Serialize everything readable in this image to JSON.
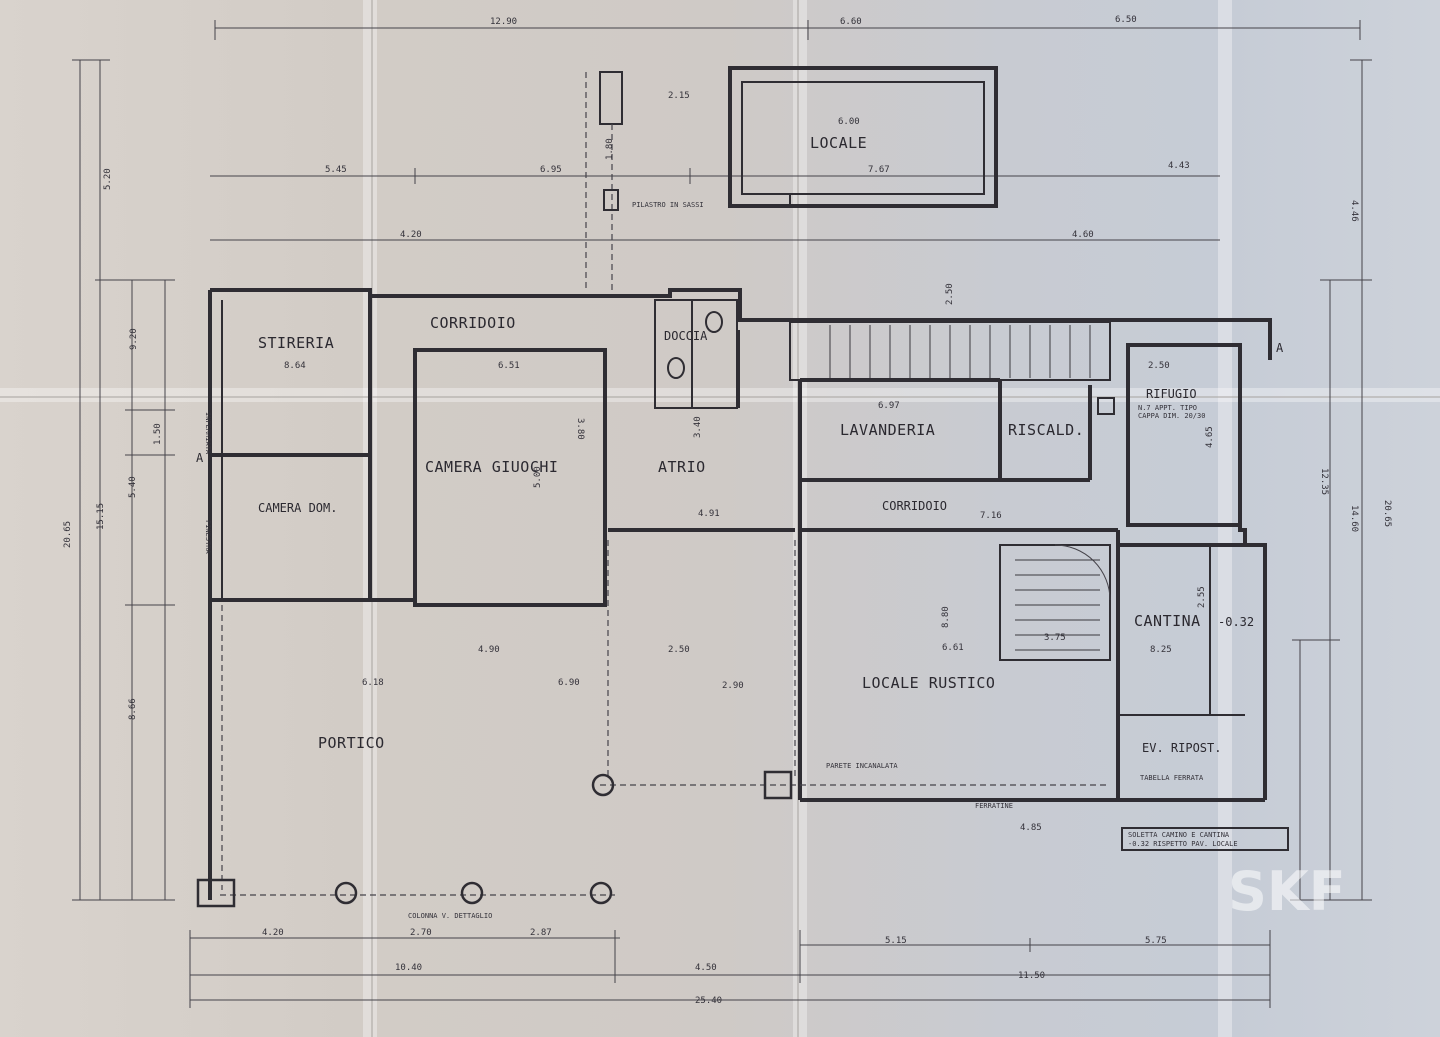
{
  "rooms": {
    "locale": "LOCALE",
    "corridoio_n": "CORRIDOIO",
    "stireria": "STIRERIA",
    "doccia": "DOCCIA",
    "camera_giuochi": "CAMERA GIUOCHI",
    "atrio": "ATRIO",
    "camera_dom": "CAMERA DOM.",
    "lavanderia": "LAVANDERIA",
    "riscald": "RISCALD.",
    "rifugio": "RIFUGIO",
    "corridoio_e": "CORRIDOIO",
    "cantina": "CANTINA",
    "cantina_level": "-0.32",
    "locale_rustico": "LOCALE RUSTICO",
    "portico": "PORTICO",
    "ev_ripost": "EV. RIPOST."
  },
  "dims": {
    "top_1": "12.90",
    "top_2": "6.60",
    "top_3": "6.50",
    "top_4": "5.45",
    "top_5": "6.95",
    "top_6": "4.43",
    "top_7": "4.20",
    "top_8": "4.60",
    "top_9": "2.15",
    "locale_1": "6.00",
    "locale_2": "7.67",
    "left_1": "5.20",
    "left_2": "9.20",
    "left_3": "15.15",
    "left_4": "20.65",
    "left_5": "1.50",
    "left_6": "5.40",
    "left_7": "8.66",
    "right_1": "4.46",
    "right_2": "12.35",
    "right_3": "14.60",
    "right_4": "20.65",
    "in_1": "6.51",
    "in_2": "3.80",
    "in_3": "5.00",
    "in_4": "8.64",
    "in_5": "6.97",
    "in_6": "4.91",
    "in_7": "7.16",
    "in_8": "2.50",
    "in_9": "6.90",
    "in_10": "6.18",
    "in_11": "2.90",
    "in_12": "4.90",
    "in_13": "2.50",
    "in_14": "3.40",
    "in_15": "2.50",
    "in_16": "8.80",
    "in_17": "6.61",
    "in_18": "3.75",
    "in_19": "2.55",
    "in_20": "8.25",
    "in_21": "4.65",
    "in_22": "1.80",
    "bot_1": "10.40",
    "bot_2": "4.50",
    "bot_3": "11.50",
    "bot_4": "25.40",
    "bot_5": "5.15",
    "bot_6": "5.75",
    "bot_7": "4.85",
    "bot_8": "2.70",
    "bot_9": "2.87",
    "bot_10": "4.20"
  },
  "notes": {
    "pilastro": "PILASTRO IN SASSI",
    "rifugio_note_1": "N.7 APPT. TIPO",
    "rifugio_note_2": "CAPPA DIM. 20/30",
    "cantina_note": "SOLETTA CAMINO E CANTINA",
    "cantina_note_2": "-0.32 RISPETTO PAV. LOCALE",
    "inferriata": "INFERRIATA",
    "finestra": "FINESTRA",
    "colonna": "COLONNA V. DETTAGLIO",
    "parete": "PARETE INCANALATA",
    "corridoio_open": "FERRATINE",
    "tabella": "TABELLA FERRATA",
    "section_a": "A"
  },
  "watermark": "SKF"
}
